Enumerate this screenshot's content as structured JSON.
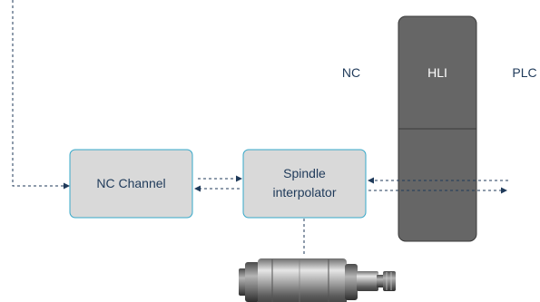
{
  "labels": {
    "nc_region": "NC",
    "plc_region": "PLC",
    "hli": "HLI",
    "nc_channel": "NC Channel",
    "spindle_line1": "Spindle",
    "spindle_line2": "interpolator"
  },
  "colors": {
    "block_fill": "#d9d9d9",
    "block_border": "#35a8c9",
    "hli_fill": "#666666",
    "hli_border": "#3a3a3a",
    "line": "#1f3a5a",
    "text": "#1f3a5a"
  },
  "icons": {
    "motor": "spindle-motor-image"
  }
}
